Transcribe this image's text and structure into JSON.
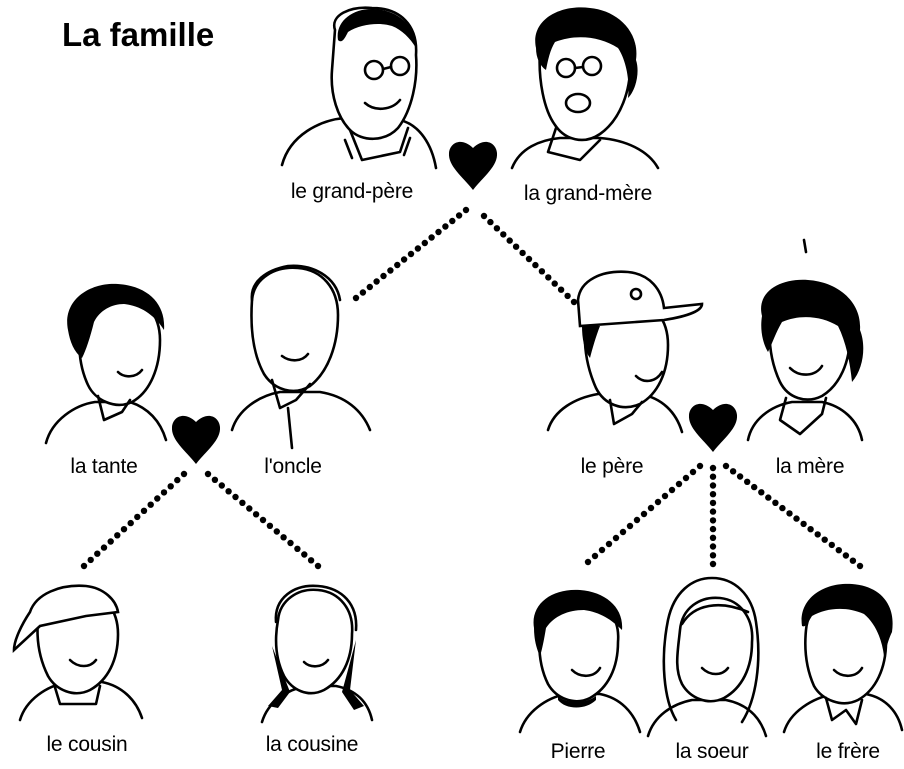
{
  "title": "La famille",
  "labels": {
    "grandfather": "le grand-père",
    "grandmother": "la grand-mère",
    "aunt": "la tante",
    "uncle": "l'oncle",
    "father": "le père",
    "mother": "la mère",
    "cousin_m": "le cousin",
    "cousin_f": "la cousine",
    "pierre": "Pierre",
    "sister": "la soeur",
    "brother": "le frère"
  },
  "colors": {
    "ink": "#000000",
    "paper": "#ffffff"
  }
}
